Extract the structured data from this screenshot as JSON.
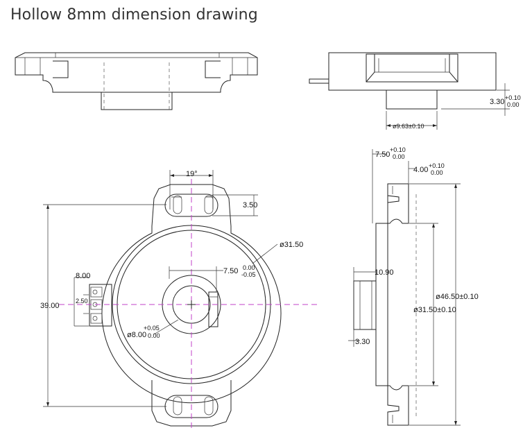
{
  "page": {
    "title": "Hollow 8mm dimension drawing"
  },
  "colors": {
    "outline": "#222222",
    "centerline": "#c040c8",
    "title": "#333333"
  },
  "side_view": {
    "height_main": "3.30",
    "height_tol_upper": "+0.10",
    "height_tol_lower": "0.00",
    "boss_diameter": "ø9.63±0.10"
  },
  "front_view": {
    "slot_angle": "19°",
    "slot_width": "3.50",
    "outer_diameter": "ø31.50",
    "shaft_offset_main": "7.50",
    "shaft_offset_upper": "0.00",
    "shaft_offset_lower": "-0.05",
    "hole_diameter": "ø8.00",
    "hole_tol_upper": "+0.05",
    "hole_tol_lower": "0.00",
    "connector_width": "8.00",
    "pin_pitch": "2.50",
    "total_height": "39.00"
  },
  "right_view": {
    "depth_main": "7.50",
    "depth_tol_upper": "+0.10",
    "depth_tol_lower": "0.00",
    "flange_main": "4.00",
    "flange_tol_upper": "+0.10",
    "flange_tol_lower": "0.00",
    "connector_depth": "10.90",
    "body_length": "ø46.50±0.10",
    "body_diameter": "ø31.50±0.10",
    "pin_offset": "3.30"
  }
}
